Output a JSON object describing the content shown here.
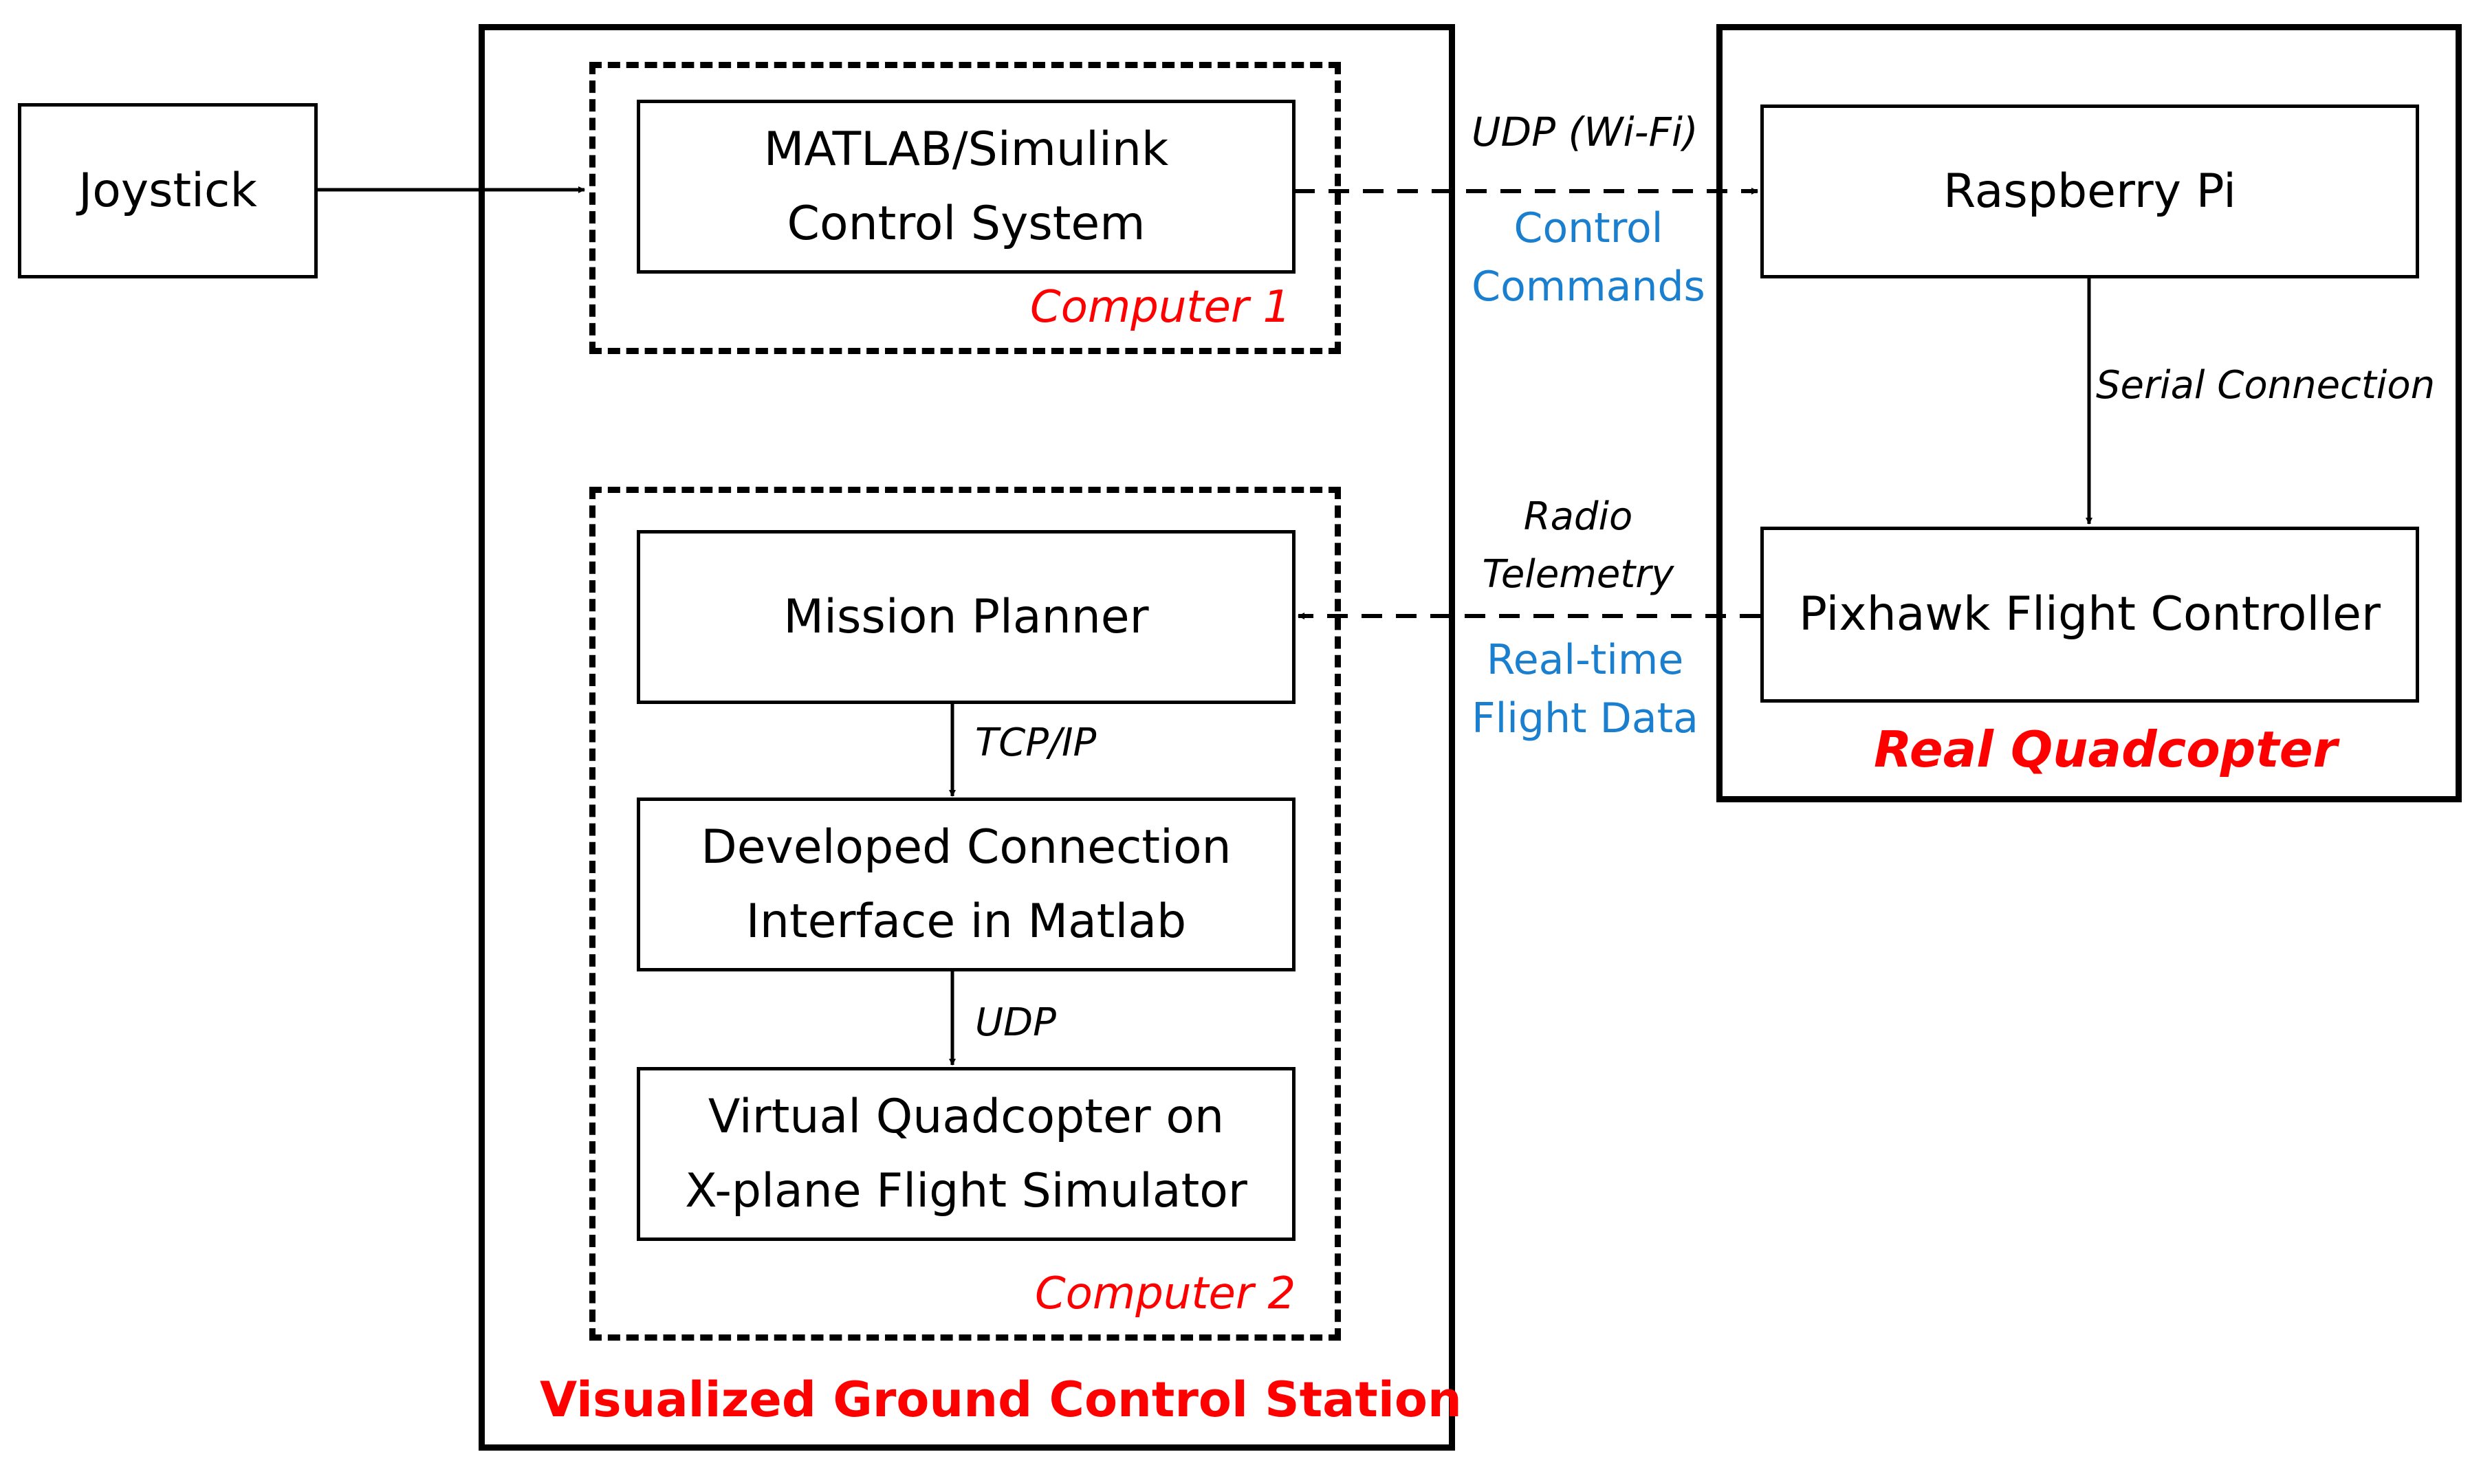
{
  "nodes": {
    "joystick": "Joystick",
    "matlab_line1": "MATLAB/Simulink",
    "matlab_line2": "Control System",
    "raspberry": "Raspberry Pi",
    "pixhawk": "Pixhawk Flight Controller",
    "mission_planner": "Mission Planner",
    "connection_line1": "Developed Connection",
    "connection_line2": "Interface in Matlab",
    "virtual_line1": "Virtual Quadcopter on",
    "virtual_line2": "X-plane Flight Simulator"
  },
  "groups": {
    "computer1": "Computer 1",
    "computer2": "Computer 2",
    "ground_station": "Visualized Ground Control Station",
    "real_quadcopter": "Real Quadcopter"
  },
  "edges": {
    "udp_wifi": "UDP (Wi-Fi)",
    "control_line1": "Control",
    "control_line2": "Commands",
    "serial": "Serial Connection",
    "radio_line1": "Radio",
    "radio_line2": "Telemetry",
    "realtime_line1": "Real-time",
    "realtime_line2": "Flight Data",
    "tcpip": "TCP/IP",
    "udp": "UDP"
  },
  "colors": {
    "group_label": "#ff0000",
    "data_label": "#1a7fcf",
    "line": "#000000"
  }
}
